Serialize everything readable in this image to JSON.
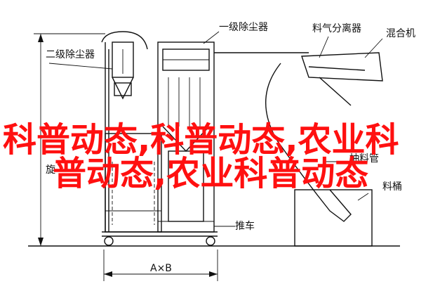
{
  "labels": {
    "primary_dust_collector": "一级除尘器",
    "secondary_dust_collector": "二级除尘器",
    "material_separator": "料气分离器",
    "mixer": "混合机",
    "hose": "抽料管",
    "bucket": "料桶",
    "cart": "推车",
    "rotary": "旋",
    "dims": "A×B"
  },
  "overlay": {
    "line1": "科普动态,科普动态,农业科",
    "line2": "普动态,农业科普动态"
  },
  "colors": {
    "overlay_text": "#ff1010",
    "line": "#111111",
    "background": "#ffffff"
  }
}
